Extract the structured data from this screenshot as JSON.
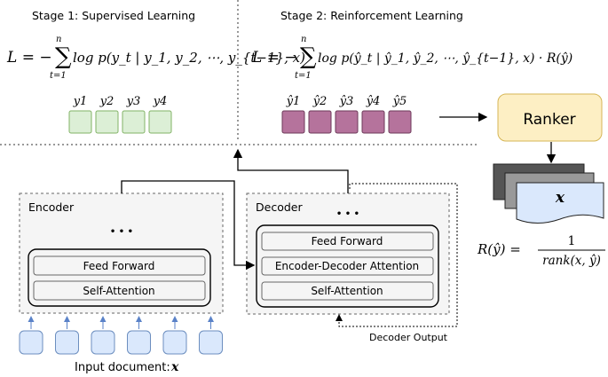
{
  "stage1": {
    "title": "Stage 1: Supervised Learning",
    "formula_lhs": "L = −",
    "sum_upper": "n",
    "sum_lower": "t=1",
    "formula_rhs": "log p(y_t | y_1, y_2, ⋯, y_{t−1}, x)",
    "tokens": [
      "y1",
      "y2",
      "y3",
      "y4"
    ],
    "token_color": "#dcefd6"
  },
  "stage2": {
    "title": "Stage 2: Reinforcement Learning",
    "formula_lhs": "L = −",
    "sum_upper": "n",
    "sum_lower": "t=1",
    "formula_rhs": "log p(ŷ_t | ŷ_1, ŷ_2, ⋯, ŷ_{t−1}, x) · R(ŷ)",
    "tokens": [
      "ŷ1",
      "ŷ2",
      "ŷ3",
      "ŷ4",
      "ŷ5"
    ],
    "token_color": "#b5739c"
  },
  "ranker": {
    "label": "Ranker",
    "color": "#fdefc4"
  },
  "document_stack": {
    "label": "x"
  },
  "reward_formula": {
    "lhs": "R(ŷ) =",
    "numerator": "1",
    "denominator": "rank(x, ŷ)"
  },
  "encoder": {
    "title": "Encoder",
    "ellipsis": "• • •",
    "layers": [
      "Feed Forward",
      "Self-Attention"
    ],
    "input_count": 6,
    "input_label": "Input document:",
    "input_var": "x"
  },
  "decoder": {
    "title": "Decoder",
    "ellipsis": "• • •",
    "layers": [
      "Feed Forward",
      "Encoder-Decoder Attention",
      "Self-Attention"
    ],
    "output_label": "Decoder Output"
  }
}
